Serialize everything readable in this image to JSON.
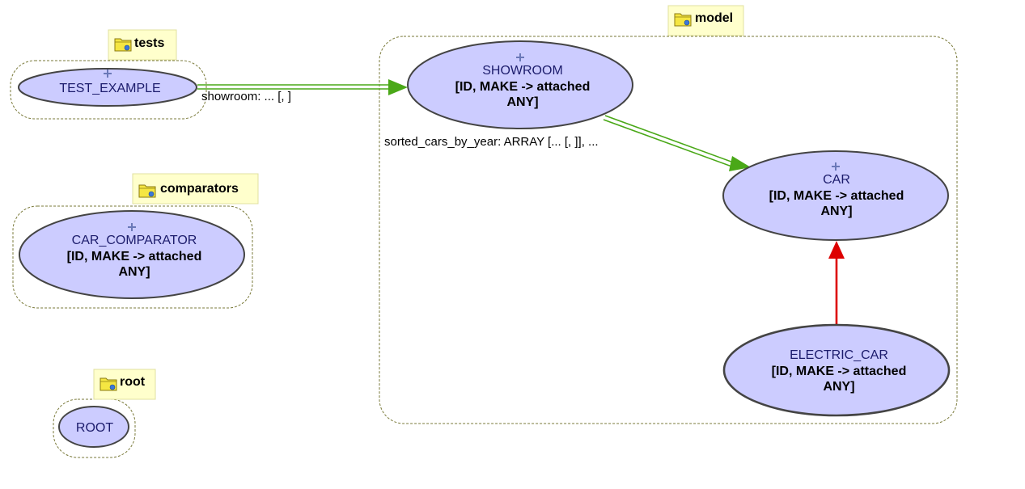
{
  "clusters": {
    "tests": "tests",
    "comparators": "comparators",
    "root": "root",
    "model": "model"
  },
  "nodes": {
    "test_example": {
      "name": "TEST_EXAMPLE"
    },
    "car_comparator": {
      "name": "CAR_COMPARATOR",
      "generic_line1": "[ID, MAKE -> attached",
      "generic_line2": "ANY]"
    },
    "root": {
      "name": "ROOT"
    },
    "showroom": {
      "name": "SHOWROOM",
      "generic_line1": "[ID, MAKE -> attached",
      "generic_line2": "ANY]"
    },
    "car": {
      "name": "CAR",
      "generic_line1": "[ID, MAKE -> attached",
      "generic_line2": "ANY]"
    },
    "electric_car": {
      "name": "ELECTRIC_CAR",
      "generic_line1": "[ID, MAKE -> attached",
      "generic_line2": "ANY]"
    }
  },
  "edges": {
    "test_to_showroom": {
      "label": "showroom: ... [, ]",
      "kind": "client-supplier",
      "color": "#4aa818"
    },
    "showroom_to_car": {
      "label": "sorted_cars_by_year: ARRAY [... [, ]], ...",
      "kind": "client-supplier",
      "color": "#4aa818"
    },
    "electric_to_car": {
      "label": "",
      "kind": "inheritance",
      "color": "#dd0000"
    }
  },
  "colors": {
    "node_fill": "#ccccff",
    "cluster_tag": "#ffffcc",
    "folder_icon": "#f5e642",
    "client_edge": "#4aa818",
    "inherit_edge": "#dd0000"
  },
  "icons": {
    "cluster": "folder-icon",
    "expand": "plus-icon"
  }
}
